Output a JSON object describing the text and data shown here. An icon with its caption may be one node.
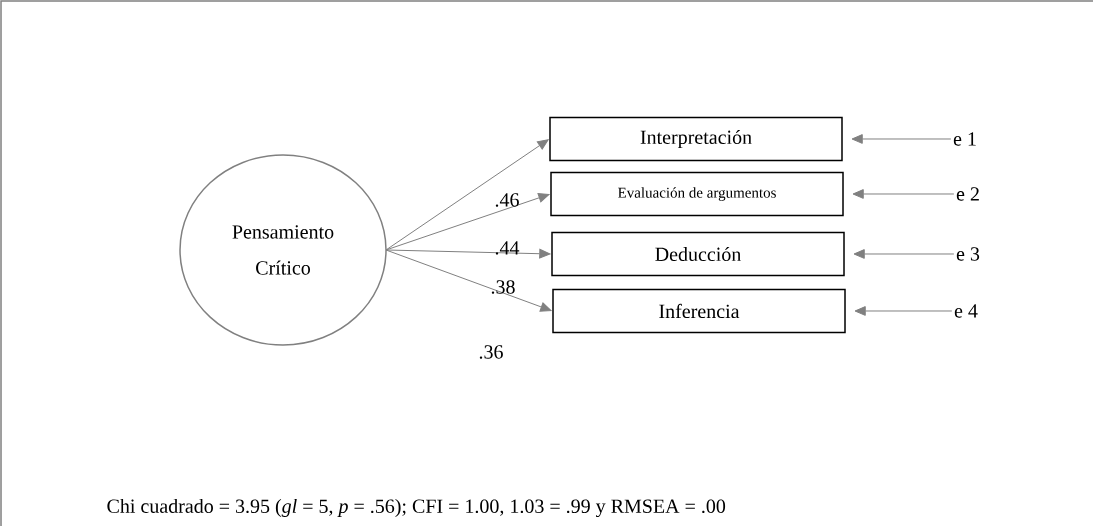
{
  "diagram": {
    "caption": "Chi cuadrado = 3.95 (*gl* = 5, *p* = .56); CFI = 1.00, 1.03 = .99 y RMSEA = .00",
    "nodes": [
      {
        "text": [
          "Pensamiento Crítico"
        ]
      },
      {
        "text": [
          "Interpretación"
        ]
      },
      {
        "text": [
          "Evaluación de argumentos"
        ]
      },
      {
        "text": [
          "Deducción"
        ]
      },
      {
        "text": [
          "Inferencia"
        ]
      },
      {
        "text": [
          "e 1"
        ]
      },
      {
        "text": [
          "e 2"
        ]
      },
      {
        "text": [
          "e 3"
        ]
      },
      {
        "text": [
          "e 4"
        ]
      }
    ],
    "edges": [
      {
        "from": 0,
        "to": 1,
        "arrow": "to"
      },
      {
        "from": 0,
        "to": 2,
        "arrow": "to"
      },
      {
        "from": 0,
        "to": 3,
        "arrow": "to"
      },
      {
        "from": 0,
        "to": 4,
        "arrow": "to"
      },
      {
        "from": 5,
        "to": 1,
        "arrow": "to"
      },
      {
        "from": 6,
        "to": 2,
        "arrow": "to"
      },
      {
        "from": 7,
        "to": 3,
        "arrow": "to"
      },
      {
        "from": 8,
        "to": 4,
        "arrow": "to"
      }
    ],
    "labels": [
      ".46",
      ".44",
      ".38",
      ".36"
    ]
  }
}
